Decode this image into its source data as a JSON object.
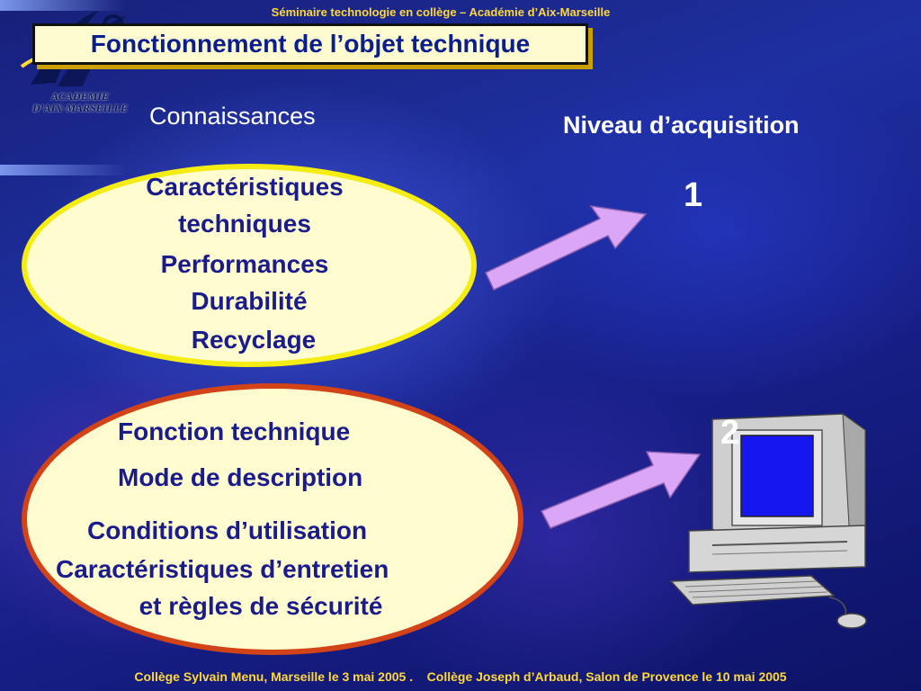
{
  "header": {
    "seminar": "Séminaire technologie en collège – Académie d’Aix-Marseille",
    "title": "Fonctionnement de l’objet technique"
  },
  "logo": {
    "line1": "ACADEMIE",
    "line2": "D’AIX-MARSEILLE"
  },
  "columns": {
    "left": "Connaissances",
    "right": "Niveau d’acquisition"
  },
  "group1": {
    "level": "1",
    "items": [
      "Caractéristiques",
      "techniques",
      "Performances",
      "Durabilité",
      "Recyclage"
    ]
  },
  "group2": {
    "level": "2",
    "items": [
      "Fonction technique",
      "Mode de description",
      "Conditions d’utilisation",
      "Caractéristiques d’entretien",
      "et règles de sécurité"
    ]
  },
  "footer": "Collège Sylvain Menu, Marseille le 3 mai 2005 .    Collège Joseph d’Arbaud, Salon de Provence le 10 mai 2005",
  "colors": {
    "title_text": "#0a1e8c",
    "item_text": "#1b1c8c",
    "ellipse_fill": "#fffcd0",
    "ellipse1_border": "#f4ec12",
    "ellipse2_border": "#d24318",
    "arrow_fill": "#dba6f5",
    "header_text": "#ffd83a"
  },
  "icons": {
    "arrow": "right-up-arrow",
    "computer": "computer-icon"
  }
}
